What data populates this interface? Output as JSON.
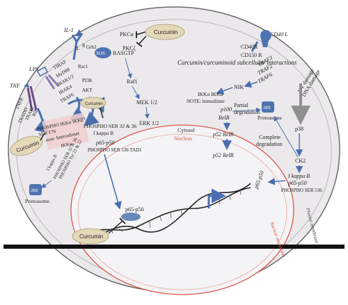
{
  "title_note": "Curcumin/curcuminoid subcellular interactions",
  "compartments": {
    "cytosol": "Cytosol",
    "nucleus": "Nucleus",
    "nuclear_membrane": "Nuclear membrane",
    "plasma_membrane": "Plasma membrane"
  },
  "curcumin_label": "Curcumin",
  "proteasome_label": "Proteasome",
  "receptors": {
    "il1": "IL-1",
    "lps": "LPS",
    "tnf": "TNF",
    "cd40l": "CD40 L",
    "cd40r": "CD40R",
    "cd150r": "CD150 R",
    "uv": "UV damage",
    "dna": "DNA damage"
  },
  "top_signals": {
    "grb2": "Grb2",
    "sos": "SOS",
    "ras": "RASGTP",
    "pkca": "PKCα",
    "pkcz": "PKCζ",
    "raf1": "Raf1",
    "mek": "MEK 1/2",
    "erk": "ERK 1/2",
    "il_small": "IL",
    "r_small": "R"
  },
  "left_adaptors": {
    "tirap": "TIRAP",
    "myd88": "MyD88",
    "irak": "IRAK1/2",
    "irak4": "IRAK4",
    "traf6": "TRAF6",
    "rac1": "Rac1",
    "pi3k": "PI3K",
    "akt": "AKT",
    "tnfr": "TNFR",
    "tradd": "TRADD",
    "traf2": "TRAF2",
    "rip": "RIP"
  },
  "ikk_complex": {
    "line1": "PHOSPHO IKKα IKKβ",
    "line2": "SER 176",
    "line3": "note: heterodimer",
    "line4": "IKKγ"
  },
  "phospho_ser": "PHOSPHO SER 32 & 36",
  "ikappab": "I kappa B",
  "p65p50": "p65-p50",
  "phospho_tad": "PHOSPHO SER 536 TAD1",
  "left_bottom": {
    "ikb": "I kappa B",
    "line2": "PHOSPHO SER 32 & 36",
    "line3": "PHOSPHO Tyr 21 & 22"
  },
  "right_traf": {
    "traf3": "TRAF3",
    "traf2": "TRAF2",
    "traf6": "TRAF6",
    "nik": "NIK"
  },
  "ikk_homodimer": {
    "line1": "IKKα IKKα",
    "line2": "NOTE: homodimer"
  },
  "noncanonical": {
    "p100": "p100",
    "relb": "RelB",
    "partial": "Partial",
    "degradation": "degradation",
    "p52relb": "p52 RelB",
    "p52relb2": "p52 RelB"
  },
  "right_path": {
    "p38": "p38",
    "complete": "Complete",
    "degradation2": "degradation",
    "ck2": "CK2",
    "ikb": "I kappa B",
    "p65p50": "p65-p50",
    "ser536": "PHOSPHO SER 536",
    "p65p50_nuc": "p65-p50"
  },
  "nuc_p65p50": "p65-p50",
  "proteasome_badge": "26S",
  "colors": {
    "cell_fill": "#ebe9eb",
    "arrow": "#4a6fb0",
    "nucleus_line": "#d8584a",
    "curcumin_fill": "#e3d8b8",
    "proteasome": "#4f73b0",
    "ikk_highlight": "#f2cfcf"
  }
}
